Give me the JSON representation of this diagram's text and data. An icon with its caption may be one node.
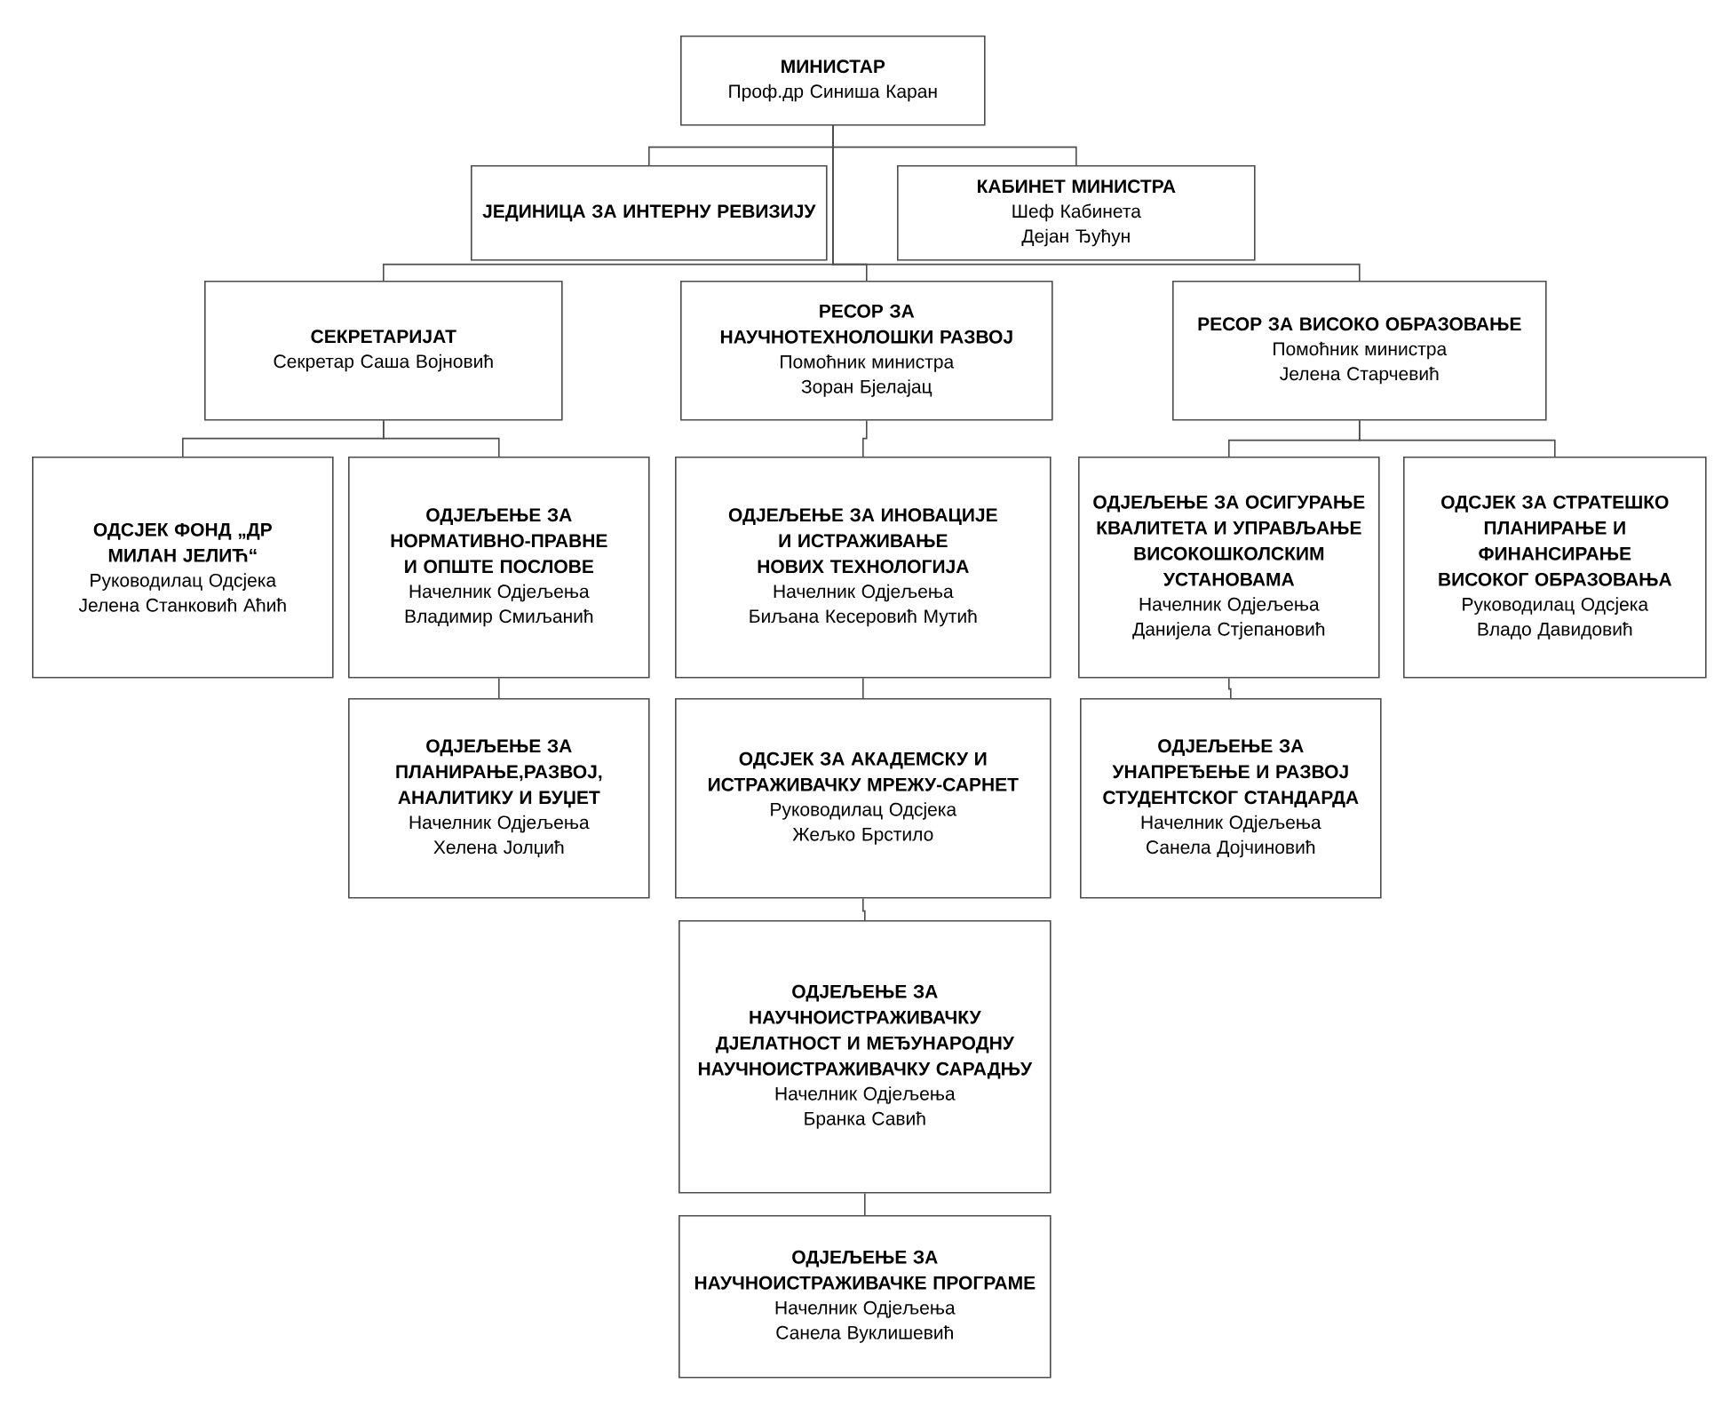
{
  "diagram": {
    "nodes": [
      {
        "text": [
          "МИНИСТАР",
          "Проф.др Синиша Каран"
        ]
      },
      {
        "text": [
          "ЈЕДИНИЦА ЗА ИНТЕРНУ РЕВИЗИЈУ"
        ]
      },
      {
        "text": [
          "КАБИНЕТ МИНИСТРА",
          "Шеф Кабинета",
          "Дејан Ђућун"
        ]
      },
      {
        "text": [
          "СЕКРЕТАРИЈАТ",
          "Секретар Саша Војновић"
        ]
      },
      {
        "text": [
          "РЕСОР ЗА НАУЧНОТЕХНОЛОШКИ РАЗВОЈ",
          "Помоћник министра",
          "Зоран Бјелајац"
        ]
      },
      {
        "text": [
          "РЕСОР ЗА ВИСОКО ОБРАЗОВАЊЕ",
          "Помоћник министра",
          "Јелена Старчевић"
        ]
      },
      {
        "text": [
          "ОДСЈЕК ФОНД „ДР МИЛАН ЈЕЛИЋ“",
          "Руководилац Одсјека",
          "Јелена Станковић Аћић"
        ]
      },
      {
        "text": [
          "ОДЈЕЉЕЊЕ ЗА НОРМАТИВНО-ПРАВНЕ И ОПШТЕ ПОСЛОВЕ",
          "Начелник Одјељења",
          "Владимир Смиљанић"
        ]
      },
      {
        "text": [
          "ОДЈЕЉЕЊЕ ЗА ИНОВАЦИЈЕ И ИСТРАЖИВАЊЕ НОВИХ ТЕХНОЛОГИЈА",
          "Начелник Одјељења",
          "Биљана Кесеровић Мутић"
        ]
      },
      {
        "text": [
          "ОДЈЕЉЕЊЕ ЗА ОСИГУРАЊЕ КВАЛИТЕТА И УПРАВЉАЊЕ ВИСОКОШКОЛСКИМ УСТАНОВАМА",
          "Начелник Одјељења",
          "Данијела Стјепановић"
        ]
      },
      {
        "text": [
          "ОДСЈЕК ЗА СТРАТЕШКО ПЛАНИРАЊЕ И ФИНАНСИРАЊЕ ВИСОКОГ ОБРАЗОВАЊА",
          "Руководилац Одсјека",
          "Владо Давидовић"
        ]
      },
      {
        "text": [
          "ОДЈЕЉЕЊЕ ЗА ПЛАНИРАЊЕ,РАЗВОЈ, АНАЛИТИКУ И БУЏЕТ",
          "Начелник Одјељења",
          "Хелена Јолџић"
        ]
      },
      {
        "text": [
          "ОДСЈЕК ЗА АКАДЕМСКУ И ИСТРАЖИВАЧКУ МРЕЖУ-САРНЕТ",
          "Руководилац Одсјека",
          "Жељко Брстило"
        ]
      },
      {
        "text": [
          "ОДЈЕЉЕЊЕ ЗА УНАПРЕЂЕЊЕ И РАЗВОЈ СТУДЕНТСКОГ СТАНДАРДА",
          "Начелник Одјељења",
          "Санела Дојчиновић"
        ]
      },
      {
        "text": [
          "ОДЈЕЉЕЊЕ ЗА НАУЧНОИСТРАЖИВАЧКУ ДЈЕЛАТНОСТ И МЕЂУНАРОДНУ НАУЧНОИСТРАЖИВАЧКУ САРАДЊУ",
          "Начелник Одјељења",
          "Бранка Савић"
        ]
      },
      {
        "text": [
          "ОДЈЕЉЕЊЕ ЗА НАУЧНОИСТРАЖИВАЧКЕ ПРОГРАМЕ",
          "Начелник Одјељења",
          "Санела Вуклишевић"
        ]
      }
    ],
    "edges": [
      {
        "from": 0,
        "to": 1,
        "arrow": "none"
      },
      {
        "from": 0,
        "to": 2,
        "arrow": "none"
      },
      {
        "from": 0,
        "to": 3,
        "arrow": "none"
      },
      {
        "from": 0,
        "to": 4,
        "arrow": "none"
      },
      {
        "from": 0,
        "to": 5,
        "arrow": "none"
      },
      {
        "from": 3,
        "to": 6,
        "arrow": "none"
      },
      {
        "from": 3,
        "to": 7,
        "arrow": "none"
      },
      {
        "from": 4,
        "to": 8,
        "arrow": "none"
      },
      {
        "from": 5,
        "to": 9,
        "arrow": "none"
      },
      {
        "from": 5,
        "to": 10,
        "arrow": "none"
      },
      {
        "from": 7,
        "to": 11,
        "arrow": "none"
      },
      {
        "from": 8,
        "to": 12,
        "arrow": "none"
      },
      {
        "from": 9,
        "to": 13,
        "arrow": "none"
      },
      {
        "from": 12,
        "to": 14,
        "arrow": "none"
      },
      {
        "from": 14,
        "to": 15,
        "arrow": "none"
      }
    ]
  }
}
